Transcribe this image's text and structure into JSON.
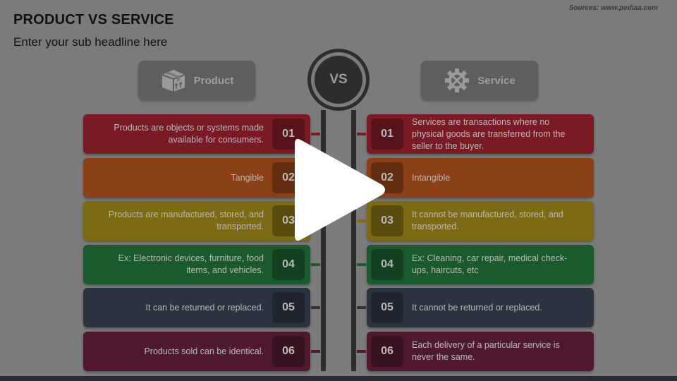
{
  "header": {
    "title": "PRODUCT VS SERVICE",
    "subtitle": "Enter your sub headline here",
    "source": "Sources: www.pediaa.com"
  },
  "columns": {
    "product_label": "Product",
    "service_label": "Service",
    "vs_label": "VS",
    "product_icon": "box-icon",
    "service_icon": "gear-tools-icon"
  },
  "rows": [
    {
      "num": "01",
      "color": "#7a1a24",
      "product": "Products are objects or systems made available for consumers.",
      "service": "Services are transactions where no physical goods are transferred from the seller to the buyer."
    },
    {
      "num": "02",
      "color": "#8a3f16",
      "product": "Tangible",
      "service": "Intangible"
    },
    {
      "num": "03",
      "color": "#7d6a14",
      "product": "Products are manufactured, stored, and transported.",
      "service": "It cannot be manufactured, stored, and transported."
    },
    {
      "num": "04",
      "color": "#1b5a2c",
      "product": "Ex: Electronic devices, furniture, food items, and vehicles.",
      "service": "Ex: Cleaning, car repair, medical check-ups, haircuts, etc"
    },
    {
      "num": "05",
      "color": "#2b3240",
      "product": "It can be returned or replaced.",
      "service": "It cannot be returned or replaced."
    },
    {
      "num": "06",
      "color": "#4f1a30",
      "product": "Products sold can be identical.",
      "service": "Each delivery of a particular service is never the same."
    }
  ],
  "player": {
    "play_icon": "play-icon"
  }
}
